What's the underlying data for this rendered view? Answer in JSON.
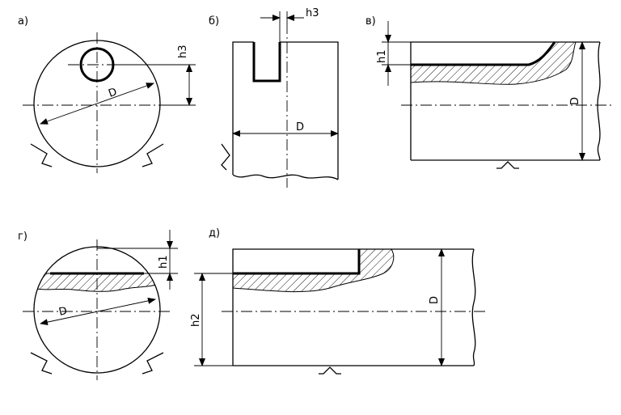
{
  "views": {
    "a": {
      "label": "a)",
      "dim_D": "D",
      "dim_h": "h3"
    },
    "b": {
      "label": "б)",
      "dim_D": "D",
      "dim_h": "h3"
    },
    "c": {
      "label": "в)",
      "dim_D": "D",
      "dim_h": "h1"
    },
    "d": {
      "label": "г)",
      "dim_D": "D",
      "dim_h": "h1"
    },
    "e": {
      "label": "д)",
      "dim_D": "D",
      "dim_h2": "h2"
    }
  }
}
